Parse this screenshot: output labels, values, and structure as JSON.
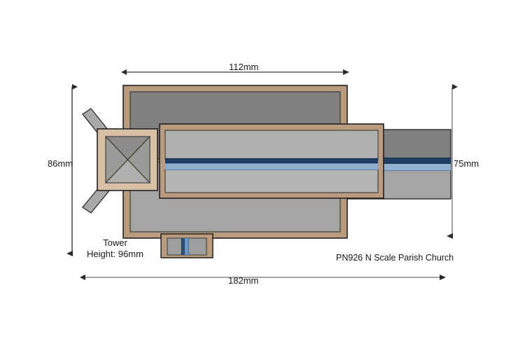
{
  "drawing": {
    "title": "PN926 N Scale Parish Church",
    "background_color": "#ffffff",
    "view": "plan-view"
  },
  "dimensions": {
    "top_width": "112mm",
    "left_height": "86mm",
    "right_height": "75mm",
    "bottom_width": "182mm",
    "tower_height_line1": "Tower",
    "tower_height_line2": "Height: 96mm"
  },
  "colors": {
    "border_tan": "#b99b7f",
    "border_tan_dark": "#a3866b",
    "roof_upper_gray": "#80807e",
    "roof_lower_gray": "#a5a5a3",
    "nave_gray_upper": "#b0b0ae",
    "nave_gray_lower": "#b5b5b3",
    "ridge_navy": "#1f3d63",
    "ridge_steel": "#6e8fb4",
    "ridge_pale": "#93b0cf",
    "tower_roof_dark": "#8c8c8a",
    "tower_roof_light": "#a8a8a6",
    "outline_black": "#231f20",
    "dim_line_gray": "#6f6f6f",
    "text_black": "#1a1a1a"
  },
  "parts": {
    "main_body": "main-body-outline",
    "nave": "nave-block",
    "tower": "tower-block",
    "chancel": "chancel-extension",
    "porch": "porch-block",
    "buttress_top": "tower-buttress-upper",
    "buttress_bottom": "tower-buttress-lower"
  }
}
